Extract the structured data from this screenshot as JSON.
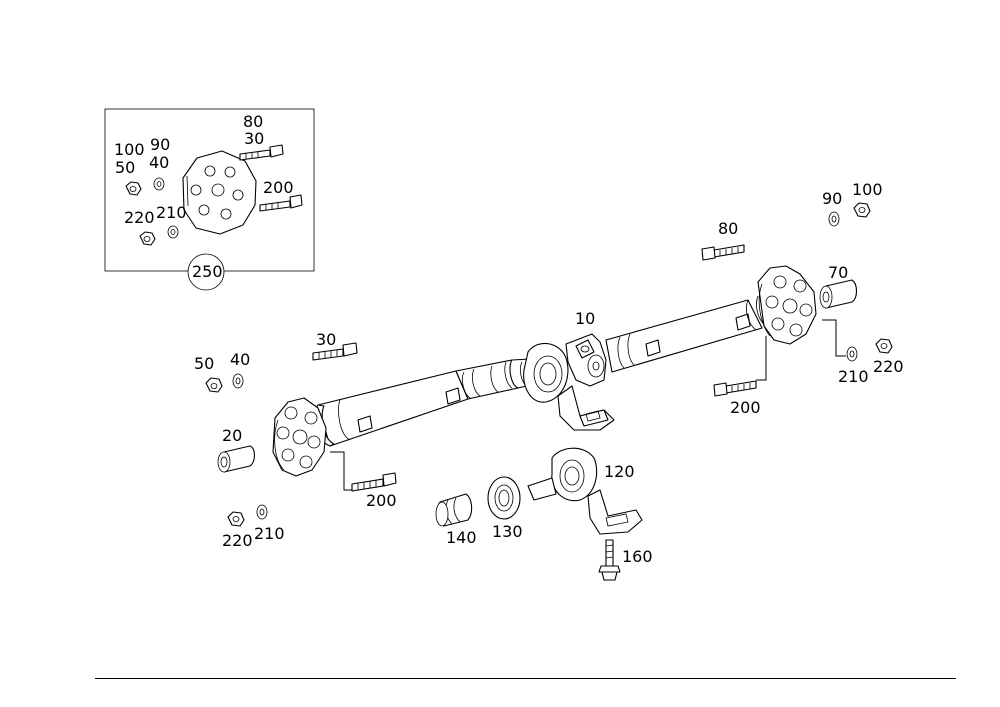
{
  "callouts": {
    "c10": "10",
    "c20": "20",
    "c30": "30",
    "c40": "40",
    "c50": "50",
    "c70": "70",
    "c80": "80",
    "c90": "90",
    "c100": "100",
    "c120": "120",
    "c130": "130",
    "c140": "140",
    "c160": "160",
    "c200": "200",
    "c210": "210",
    "c220": "220",
    "c250": "250"
  }
}
